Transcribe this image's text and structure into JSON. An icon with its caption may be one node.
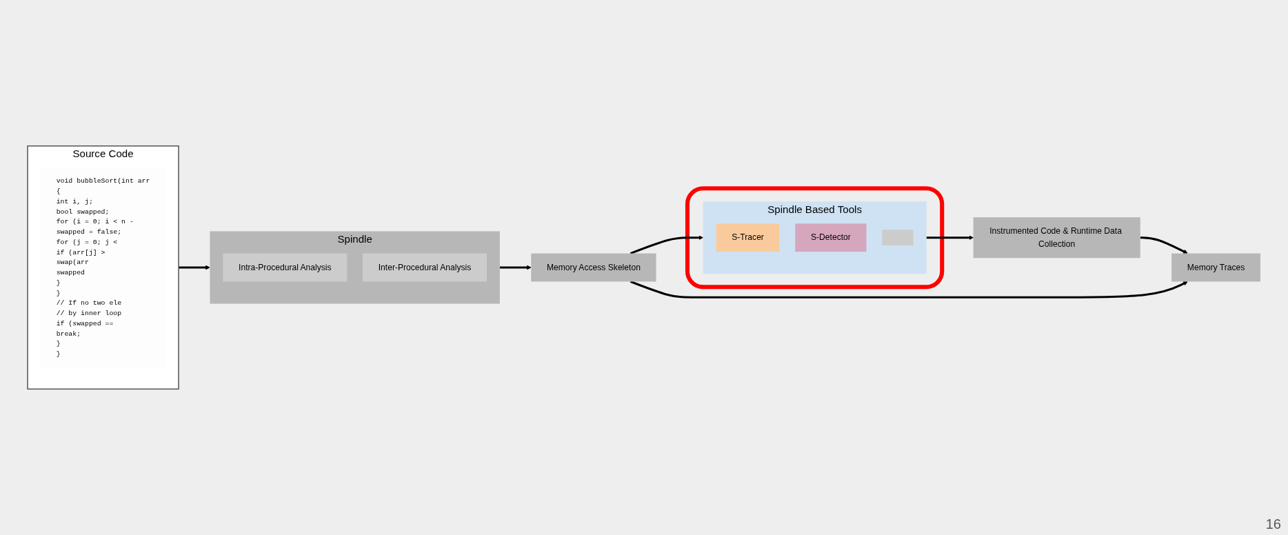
{
  "diagram": {
    "nodes": [
      {
        "text": [
          "Source Code"
        ]
      },
      {
        "text": [
          "void bubbleSort(int arr",
          "{",
          "int i, j;",
          "bool swapped;",
          "for (i = 0; i < n -",
          "swapped = false;",
          "for (j = 0; j <",
          "if (arr[j] >",
          "swap(arr",
          "swapped",
          "}",
          "}",
          "// If no two ele",
          "// by inner loop",
          "if (swapped ==",
          "break;",
          "}",
          "}"
        ],
        "in": 0
      },
      {
        "text": [
          "Spindle"
        ]
      },
      {
        "text": [
          "Intra-Procedural Analysis"
        ],
        "in": 2
      },
      {
        "text": [
          "Inter-Procedural Analysis"
        ],
        "in": 2
      },
      {
        "text": [
          "Memory Access Skeleton"
        ]
      },
      {
        "text": [],
        "shape": "box"
      },
      {
        "text": [
          "Spindle Based Tools"
        ],
        "in": 6
      },
      {
        "text": [
          "S-Tracer"
        ],
        "in": 7
      },
      {
        "text": [
          "S-Detector"
        ],
        "in": 7
      },
      {
        "text": [],
        "shape": "box",
        "in": 7
      },
      {
        "text": [
          "Instrumented Code & Runtime Data Collection"
        ]
      },
      {
        "text": [
          "Memory Traces"
        ]
      }
    ],
    "edges": [
      {
        "from": 0,
        "to": 2,
        "arrow": "to"
      },
      {
        "from": 2,
        "to": 5,
        "arrow": "to"
      },
      {
        "from": 5,
        "to": 7,
        "arrow": "to"
      },
      {
        "from": 7,
        "to": 11,
        "arrow": "to"
      },
      {
        "from": 11,
        "to": 12,
        "arrow": "to"
      },
      {
        "from": 5,
        "to": 12,
        "arrow": "to"
      }
    ],
    "labels": [
      "16"
    ]
  }
}
